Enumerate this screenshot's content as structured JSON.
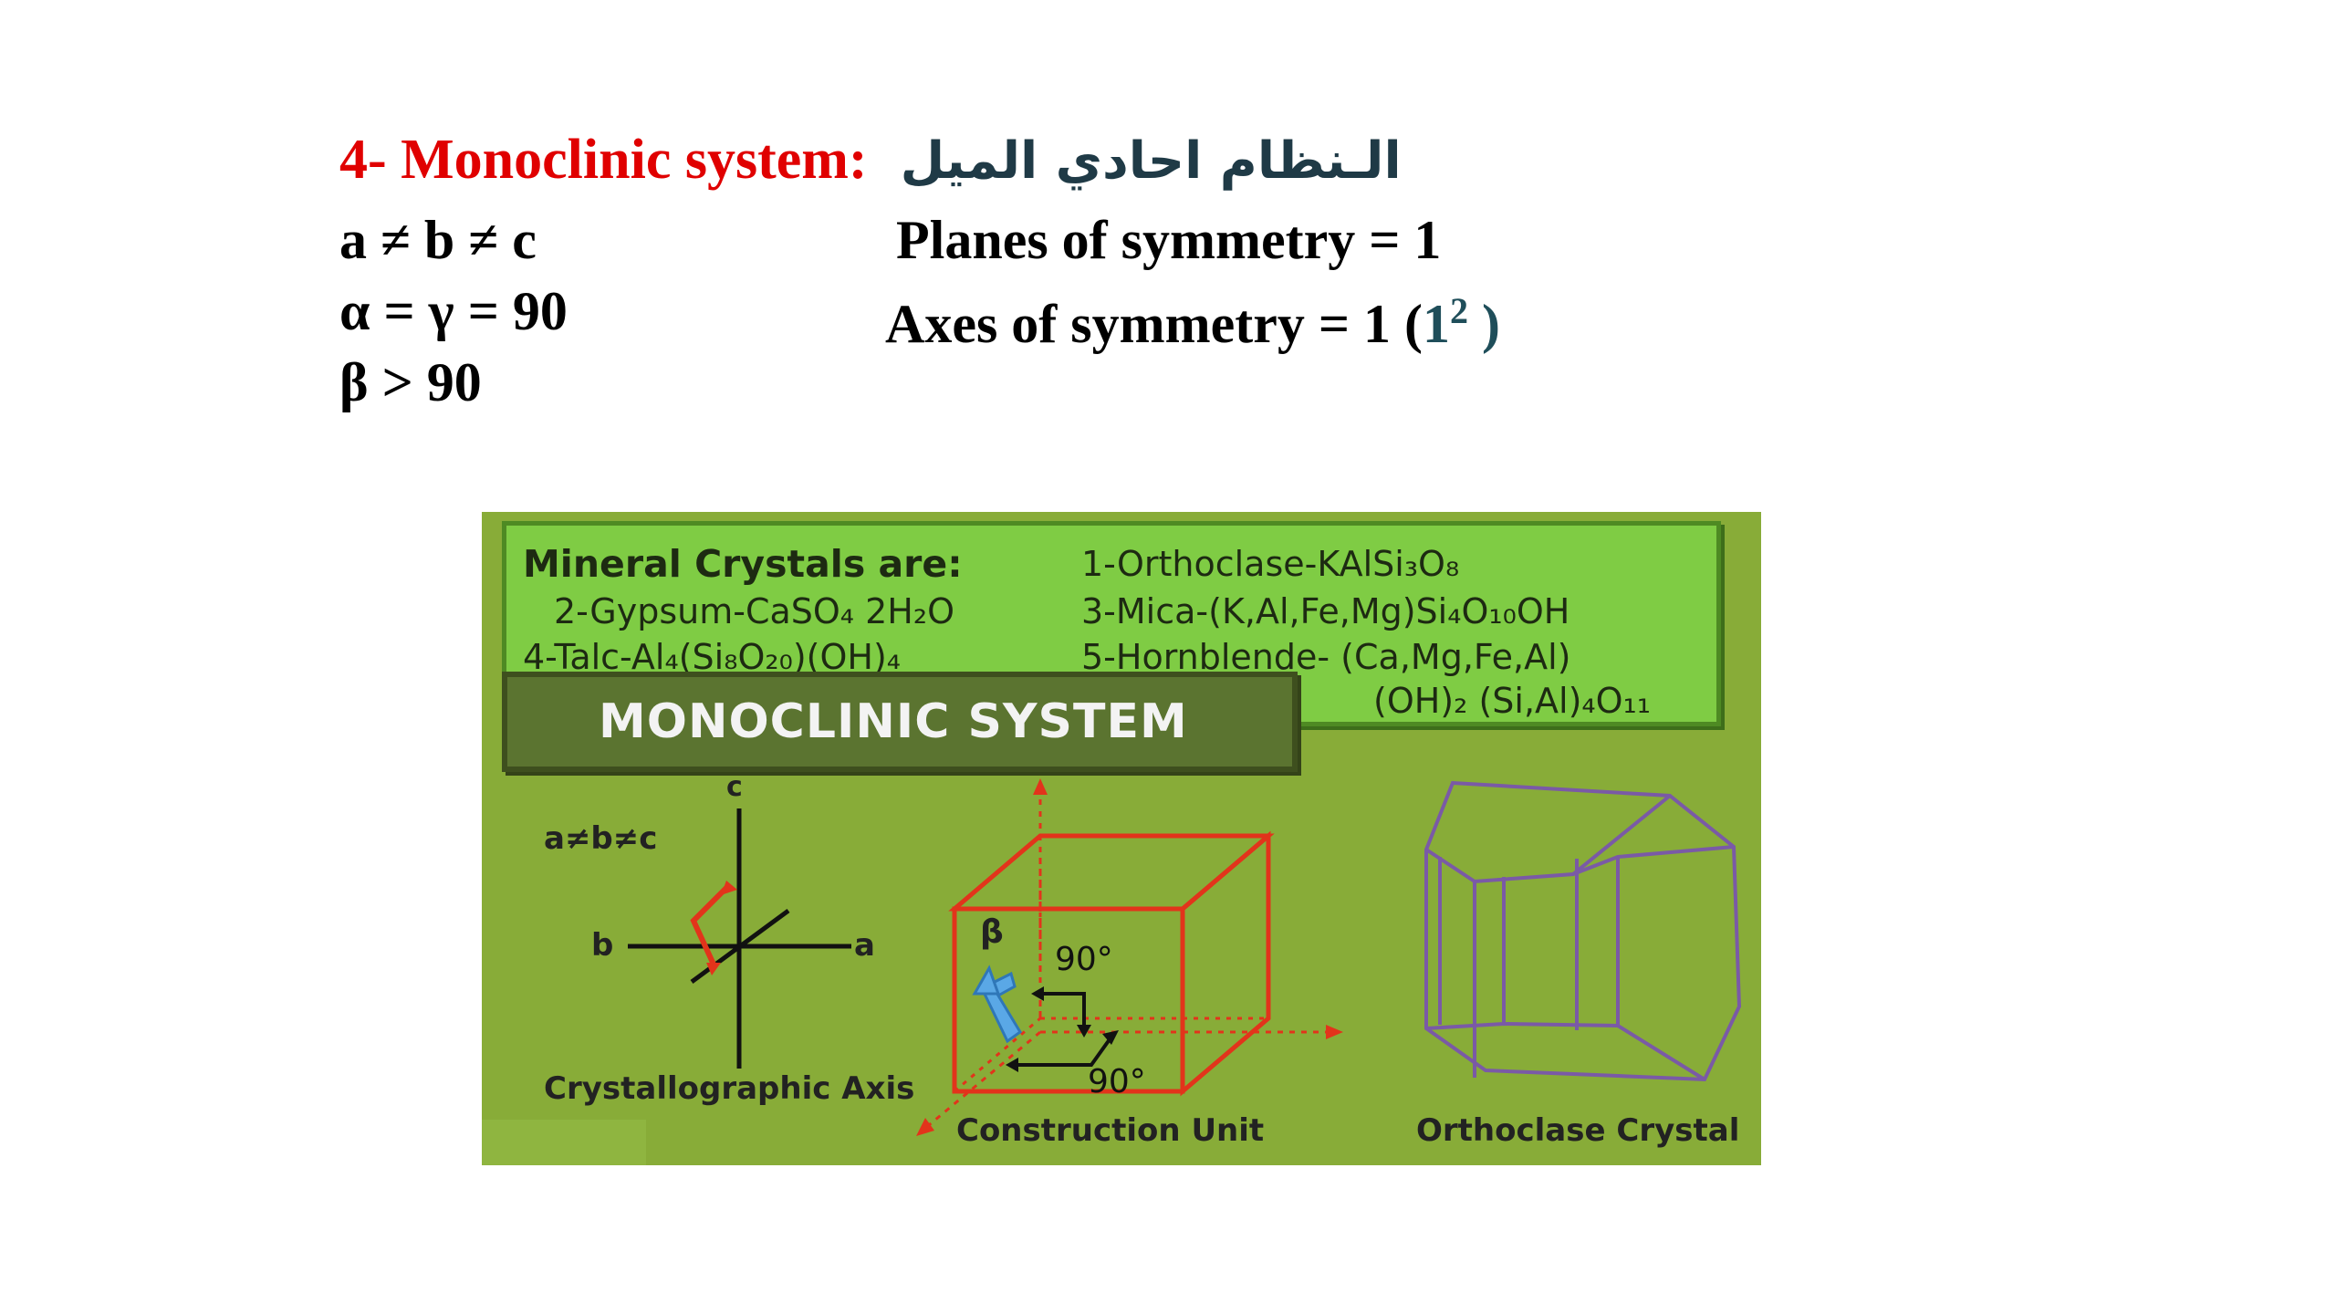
{
  "header": {
    "title_num": "4- Monoclinic system:",
    "title_ar": "الـنظام احادي الميل",
    "line1_left": "a ≠ b ≠ c",
    "line1_right": "Planes of symmetry = 1",
    "line2_left": "α = γ = 90",
    "line2_right": "Axes of symmetry = 1 (",
    "line2_right_base": "1",
    "line2_right_sup": "2",
    "line2_right_close": " )",
    "line3_left": "β > 90"
  },
  "panel": {
    "heading": "Mineral Crystals are:",
    "minerals": [
      "1-Orthoclase-KAlSi₃O₈",
      "2-Gypsum-CaSO₄ 2H₂O",
      "3-Mica-(K,Al,Fe,Mg)Si₄O₁₀OH",
      "4-Talc-Al₄(Si₈O₂₀)(OH)₄",
      "5-Hornblende-  (Ca,Mg,Fe,Al)",
      "(OH)₂ (Si,Al)₄O₁₁"
    ],
    "banner": "MONOCLINIC  SYSTEM",
    "axis_rel": "a≠b≠c",
    "axis_c": "c",
    "axis_b": "b",
    "axis_a": "a",
    "axis_caption": "Crystallographic Axis",
    "beta": "β",
    "angle1": "90°",
    "angle2": "90°",
    "unit_caption": "Construction Unit",
    "crystal_caption": "Orthoclase Crystal"
  },
  "colors": {
    "title_red": "#e00000",
    "panel_green": "#88ac38",
    "mineral_box": "#7fcc44",
    "banner": "#5b7430",
    "cube_red": "#e2341b",
    "crystal_purple": "#7a5aa6",
    "beta_blue": "#5aa8e6"
  }
}
